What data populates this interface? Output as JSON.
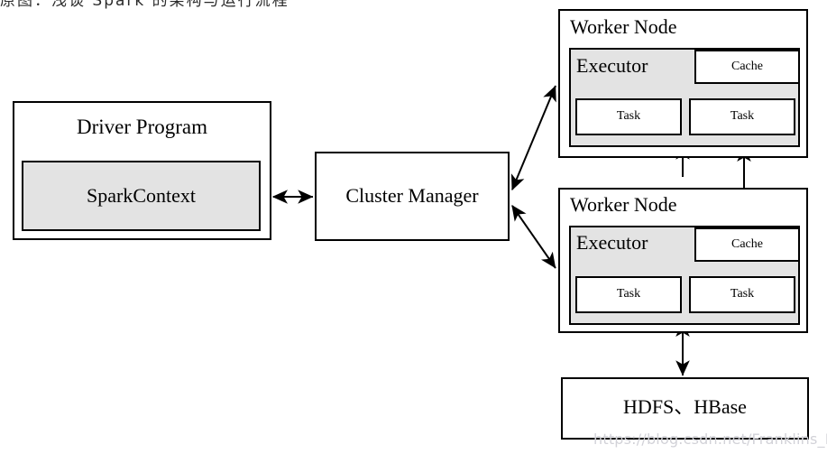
{
  "diagram": {
    "title_strip": "原图：浅谈 Spark 的架构与运行流程",
    "watermark": "https://blog.csdn.net/Franklins_Fan",
    "colors": {
      "stroke": "#000000",
      "fill_plain": "#ffffff",
      "fill_gray": "#e3e3e3",
      "watermark": "#d2d2d8"
    },
    "nodes": {
      "driver": {
        "title": "Driver Program",
        "inner": {
          "label": "SparkContext"
        }
      },
      "cluster_manager": {
        "label": "Cluster Manager"
      },
      "worker1": {
        "title": "Worker Node",
        "executor": {
          "label": "Executor"
        },
        "cache": {
          "label": "Cache"
        },
        "tasks": [
          {
            "label": "Task"
          },
          {
            "label": "Task"
          }
        ]
      },
      "worker2": {
        "title": "Worker Node",
        "executor": {
          "label": "Executor"
        },
        "cache": {
          "label": "Cache"
        },
        "tasks": [
          {
            "label": "Task"
          },
          {
            "label": "Task"
          }
        ]
      },
      "storage": {
        "label": "HDFS、HBase"
      }
    },
    "edges": [
      {
        "name": "driver-to-cluster-manager",
        "from": "SparkContext",
        "to": "Cluster Manager",
        "style": "double-headed"
      },
      {
        "name": "cluster-manager-to-worker1",
        "from": "Cluster Manager",
        "to": "Worker Node 1",
        "style": "double-headed"
      },
      {
        "name": "cluster-manager-to-worker2",
        "from": "Cluster Manager",
        "to": "Worker Node 2",
        "style": "double-headed"
      },
      {
        "name": "worker1-to-worker2",
        "from": "Worker Node 1",
        "to": "Worker Node 2",
        "style": "double-headed"
      },
      {
        "name": "worker2-to-storage",
        "from": "Worker Node 2",
        "to": "HDFS、HBase",
        "style": "double-headed"
      }
    ]
  }
}
